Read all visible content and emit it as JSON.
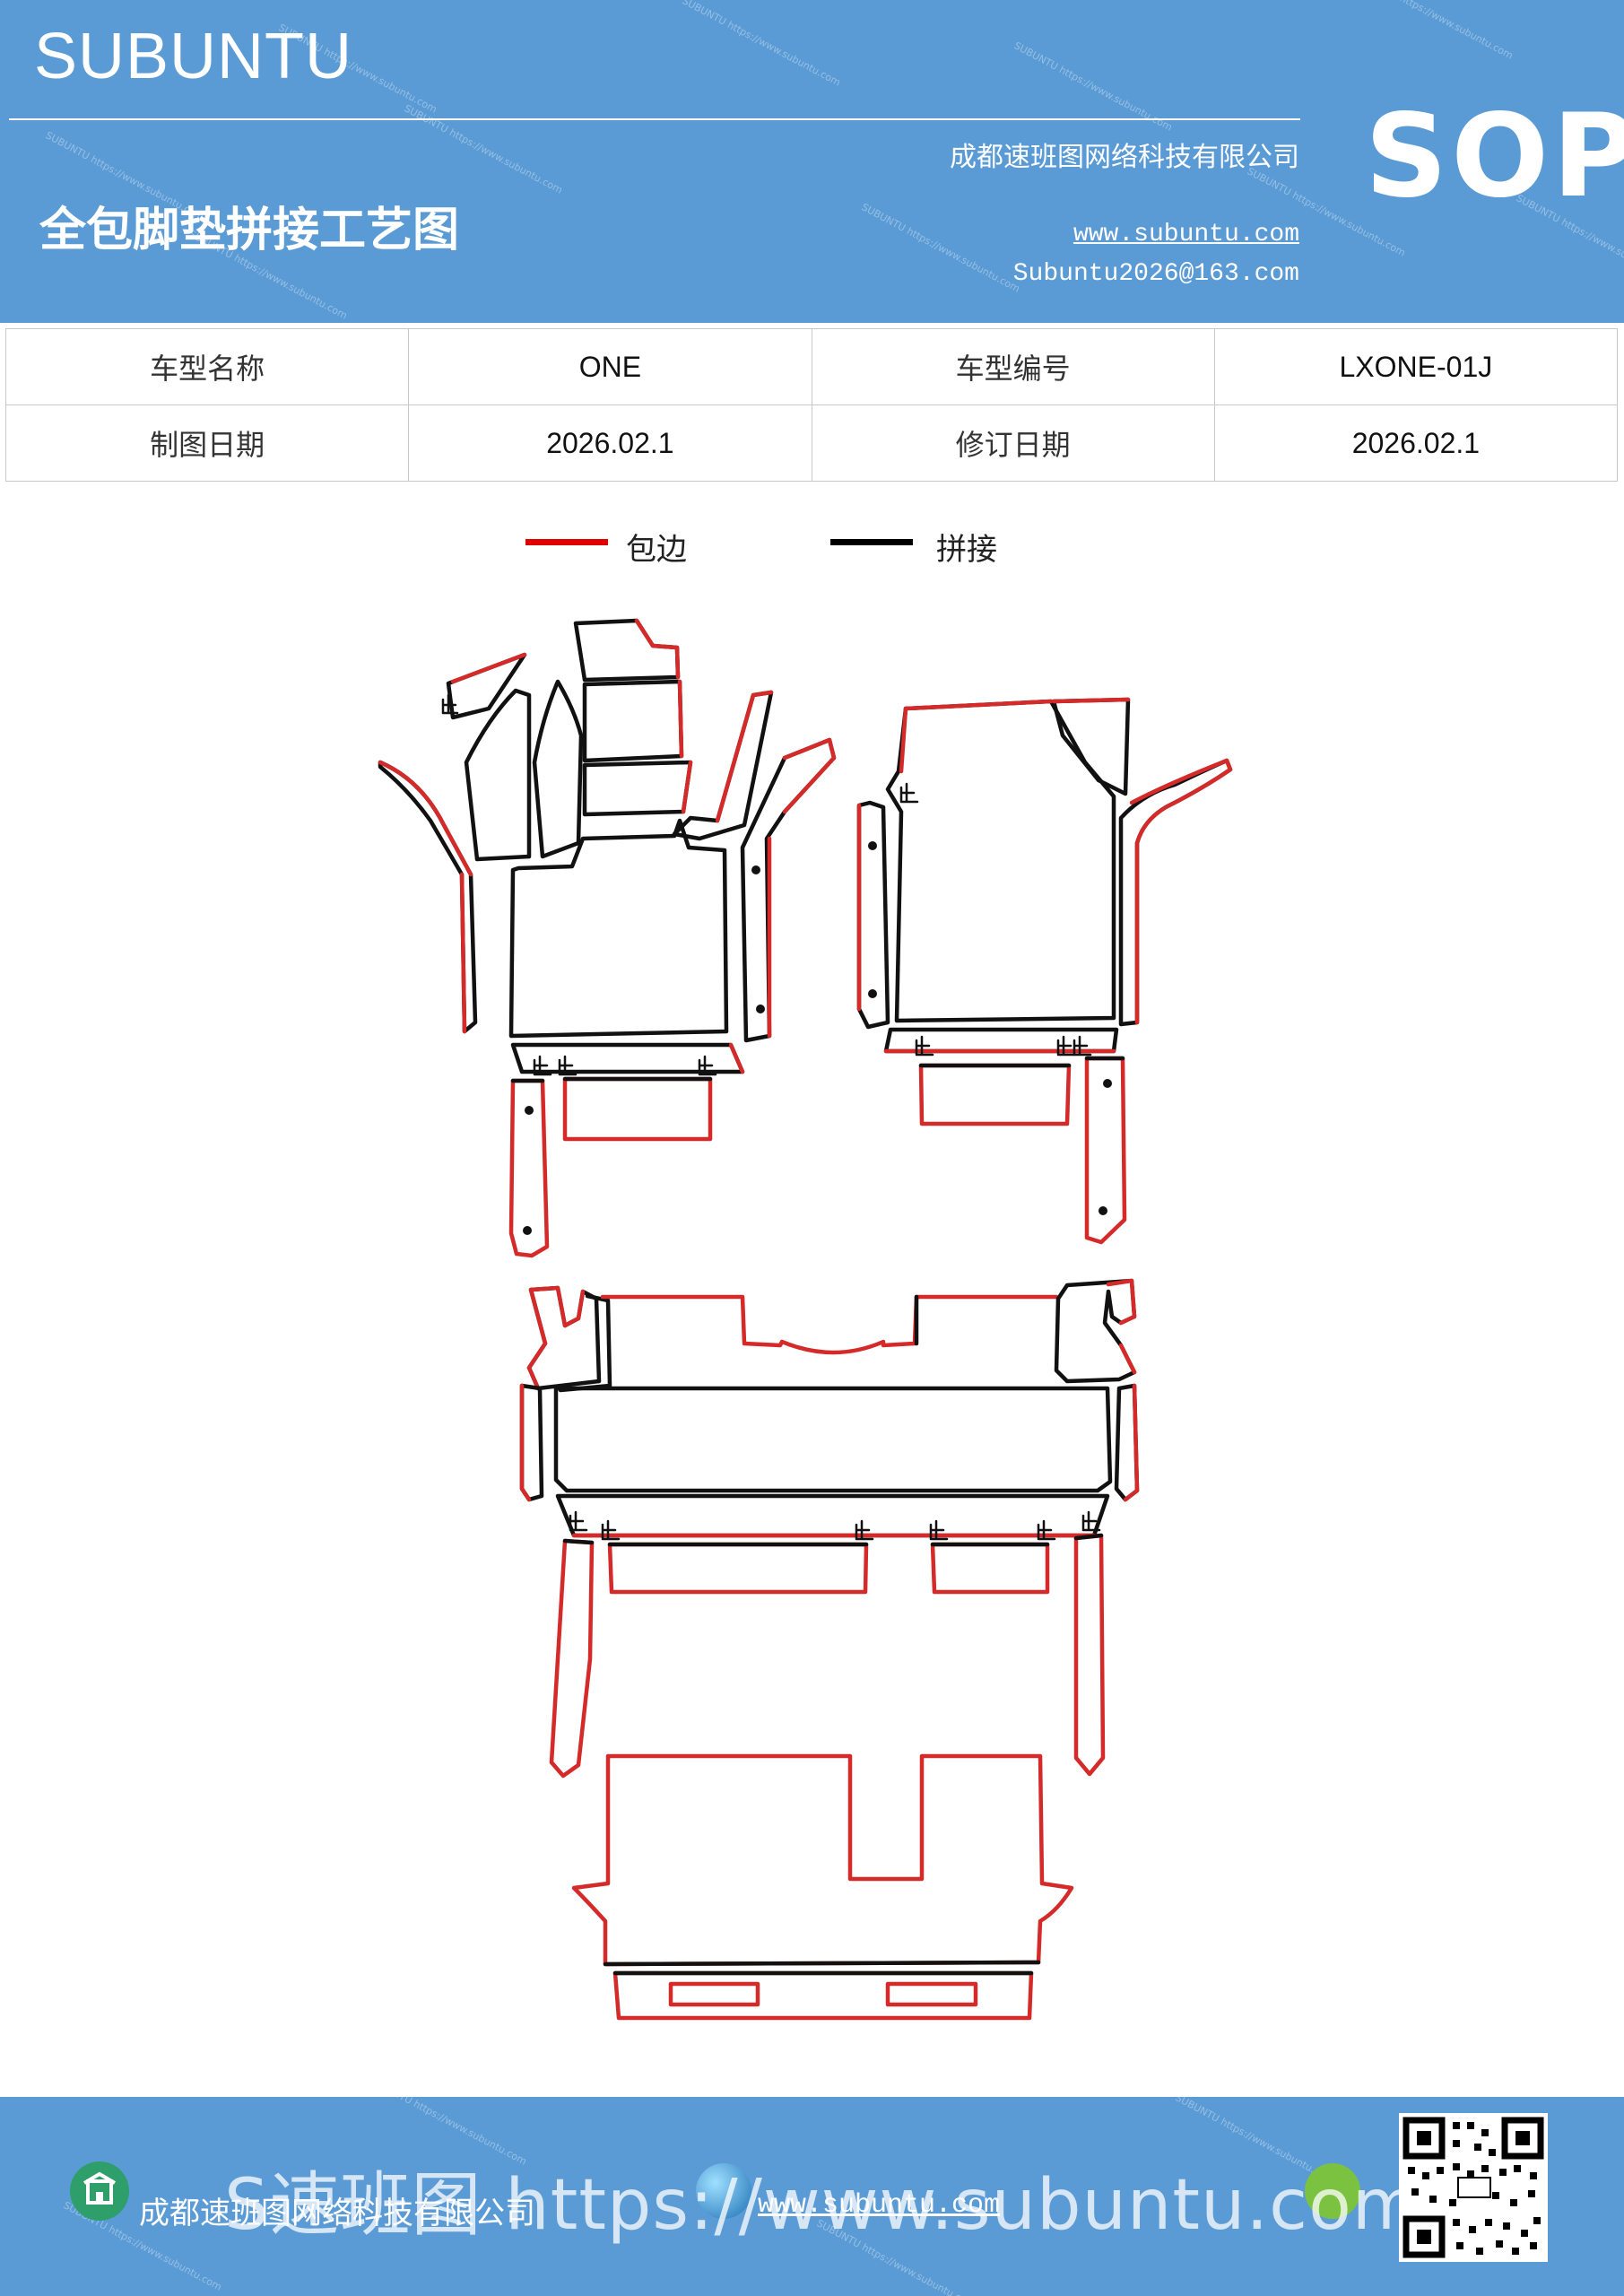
{
  "header": {
    "brand": "SUBUNTU",
    "company": "成都速班图网络科技有限公司",
    "title": "全包脚垫拼接工艺图",
    "website": "www.subuntu.com",
    "email": "Subuntu2026@163.com",
    "badge": "SOP",
    "watermark": "SUBUNTU https://www.subuntu.com"
  },
  "info_table": {
    "rows": [
      {
        "label1": "车型名称",
        "value1": "ONE",
        "label2": "车型编号",
        "value2": "LXONE-01J"
      },
      {
        "label1": "制图日期",
        "value1": "2026.02.1",
        "label2": "修订日期",
        "value2": "2026.02.1"
      }
    ]
  },
  "legend": {
    "items": [
      {
        "label": "包边",
        "color": "#e00000"
      },
      {
        "label": "拼接",
        "color": "#000000"
      }
    ]
  },
  "colors": {
    "header_bg": "#5b9bd5",
    "edge_red": "#d42a2a",
    "seam_black": "#111111"
  },
  "footer": {
    "overlay_text": "S速班图 https://www.subuntu.com",
    "company": "成都速班图网络科技有限公司",
    "website": "www.subuntu.com",
    "icons": [
      "building-icon",
      "globe-icon",
      "wechat-icon",
      "qr-code-icon"
    ]
  }
}
